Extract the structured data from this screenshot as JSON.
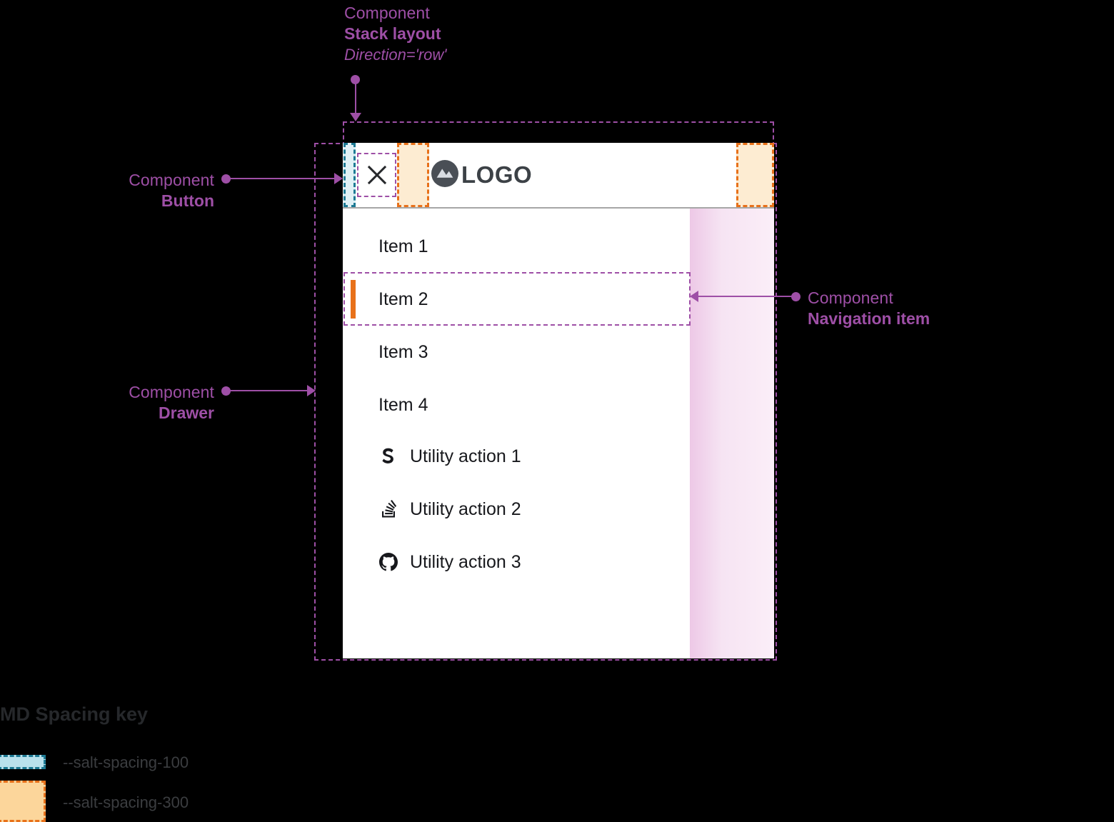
{
  "annotations": {
    "stack_layout": {
      "label": "Component",
      "value": "Stack layout",
      "sub": "Direction='row'"
    },
    "button": {
      "label": "Component",
      "value": "Button"
    },
    "drawer": {
      "label": "Component",
      "value": "Drawer"
    },
    "navigation_item": {
      "label": "Component",
      "value": "Navigation item"
    }
  },
  "drawer": {
    "header": {
      "close_icon": "close-icon",
      "logo_icon": "mountain-logo-icon",
      "logo_text": "LOGO"
    },
    "nav_items": [
      {
        "label": "Item 1",
        "active": false
      },
      {
        "label": "Item 2",
        "active": true
      },
      {
        "label": "Item 3",
        "active": false
      },
      {
        "label": "Item 4",
        "active": false
      }
    ],
    "utility_actions": [
      {
        "label": "Utility action 1",
        "icon": "salt-s-icon"
      },
      {
        "label": "Utility action 2",
        "icon": "stackoverflow-icon"
      },
      {
        "label": "Utility action 3",
        "icon": "github-icon"
      }
    ]
  },
  "spacing_key": {
    "title": "MD Spacing key",
    "rows": [
      {
        "token": "--salt-spacing-100",
        "swatch": "cyan"
      },
      {
        "token": "--salt-spacing-300",
        "swatch": "orange"
      }
    ]
  },
  "colors": {
    "annotation_purple": "#9e4fa6",
    "spacing_100_fill": "#b9e1ec",
    "spacing_100_border": "#1d7a94",
    "spacing_300_fill": "#fcd69b",
    "spacing_300_border": "#e8711a",
    "active_indicator": "#e8711a",
    "logo_gray": "#3c4146",
    "overlay_pink": "#f6e4f3"
  }
}
